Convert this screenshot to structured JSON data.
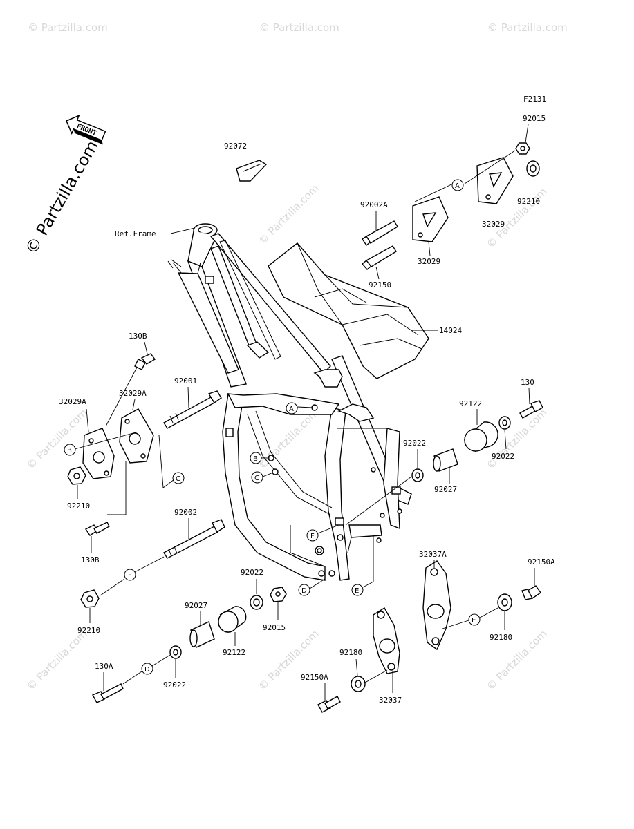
{
  "figure_code": "F2131",
  "front_arrow_label": "FRONT",
  "watermark": {
    "main": "© Partzilla.com",
    "tile": "© Partzilla.com"
  },
  "ref_frame_label": "Ref.Frame",
  "labels": {
    "p92015_top": "92015",
    "p92072": "92072",
    "p92002A": "92002A",
    "p92210_top": "92210",
    "p32029_right": "32029",
    "p32029_left": "32029",
    "p92150": "92150",
    "p14024": "14024",
    "p130B_top": "130B",
    "p32029A_left": "32029A",
    "p32029A_right": "32029A",
    "p92001": "92001",
    "p92210_left": "92210",
    "p130B_bottom": "130B",
    "p92002": "92002",
    "p92210_bottom": "92210",
    "p130": "130",
    "p92122_right": "92122",
    "p92022_a": "92022",
    "p92022_b": "92022",
    "p92027_right": "92027",
    "p92022_c": "92022",
    "p92015_bottom": "92015",
    "p92027_left": "92027",
    "p92122_left": "92122",
    "p130A": "130A",
    "p92022_d": "92022",
    "p32037A": "32037A",
    "p92150A_right": "92150A",
    "p92180_right": "92180",
    "p92180_left": "92180",
    "p92150A_left": "92150A",
    "p32037": "32037"
  },
  "callouts": {
    "a1": "A",
    "a2": "A",
    "b1": "B",
    "b2": "B",
    "c1": "C",
    "c2": "C",
    "d1": "D",
    "d2": "D",
    "e1": "E",
    "e2": "E",
    "f1": "F",
    "f2": "F"
  }
}
